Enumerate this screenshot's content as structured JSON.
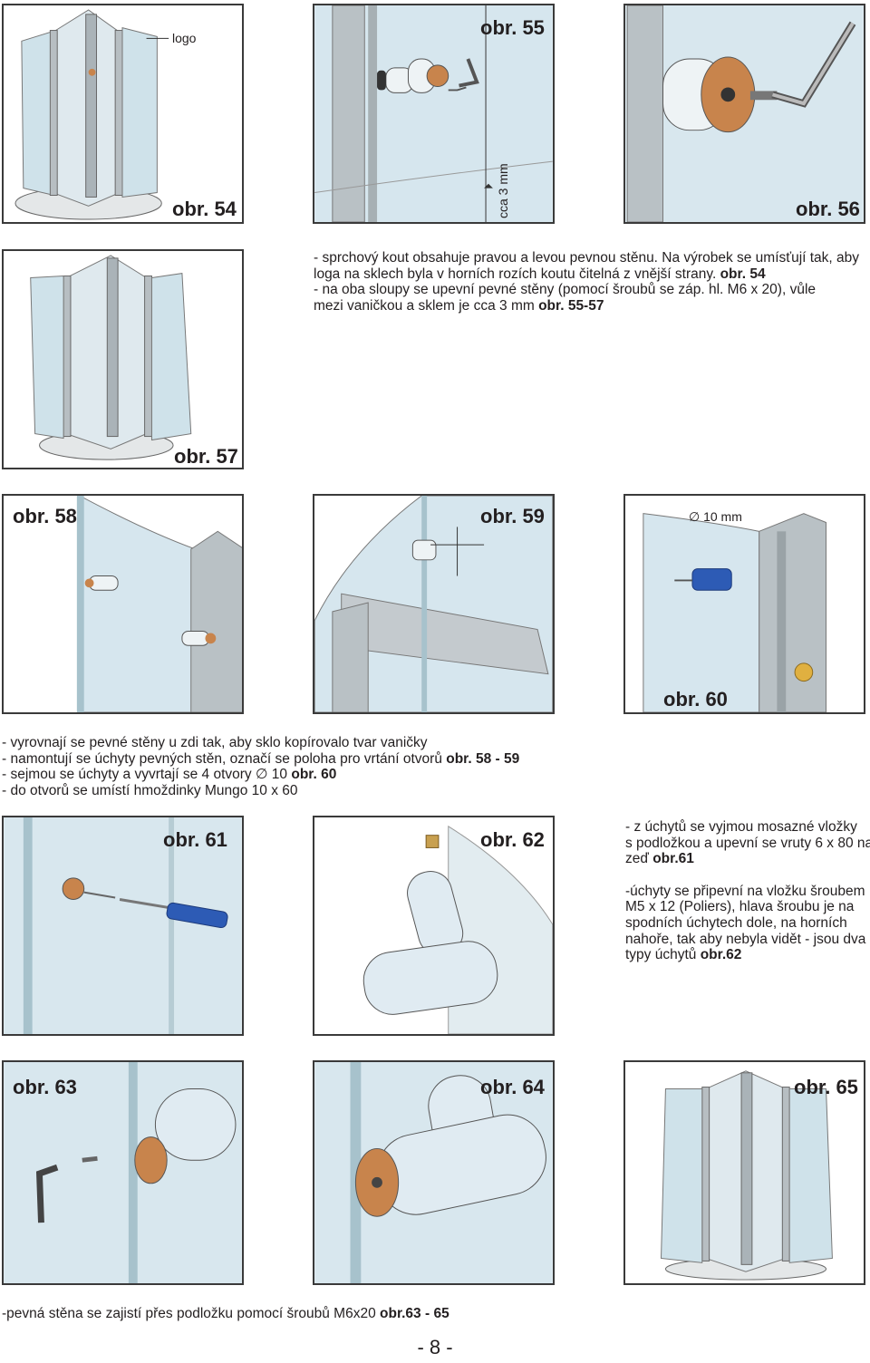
{
  "figures": {
    "f54": {
      "label": "obr. 54",
      "logo": "logo"
    },
    "f55": {
      "label": "obr. 55",
      "gap": "cca 3 mm"
    },
    "f56": {
      "label": "obr. 56"
    },
    "f57": {
      "label": "obr. 57"
    },
    "f58": {
      "label": "obr. 58"
    },
    "f59": {
      "label": "obr. 59"
    },
    "f60": {
      "label": "obr. 60",
      "drill": "10 mm"
    },
    "f61": {
      "label": "obr. 61"
    },
    "f62": {
      "label": "obr. 62"
    },
    "f63": {
      "label": "obr. 63"
    },
    "f64": {
      "label": "obr. 64"
    },
    "f65": {
      "label": "obr. 65"
    }
  },
  "text1": {
    "l1": "- sprchový kout obsahuje pravou a levou pevnou stěnu. Na výrobek se umísťují tak, aby",
    "l2": "loga na sklech byla v horních rozích koutu čitelná z vnější strany.",
    "l2b": "obr. 54",
    "l3": "- na oba sloupy se upevní pevné stěny  (pomocí šroubů se záp. hl. M6 x 20), vůle",
    "l4": "mezi vaničkou a sklem je  cca 3 mm",
    "l4b": "obr. 55-57"
  },
  "text2": {
    "l1": "- vyrovnají se pevné stěny u zdi tak, aby sklo kopírovalo tvar vaničky",
    "l2": "- namontují se úchyty pevných stěn, označí se poloha pro vrtání otvorů",
    "l2b": "obr. 58 - 59",
    "l3": "- sejmou se úchyty a vyvrtají se  4 otvory",
    "l3sym": "∅",
    "l3n": "10",
    "l3b": "obr. 60",
    "l4": "- do otvorů se umístí hmoždinky Mungo 10 x 60"
  },
  "text3": {
    "p1l1": "- z úchytů se vyjmou mosazné vložky",
    "p1l2": "s podložkou a upevní se vruty 6 x 80 na",
    "p1l3": "zeď",
    "p1l3b": "obr.61",
    "p2l1": "-úchyty se připevní na vložku šroubem",
    "p2l2": "M5 x 12 (Poliers), hlava šroubu je na",
    "p2l3": "spodních úchytech dole, na horních",
    "p2l4": "nahoře, tak aby nebyla vidět - jsou dva",
    "p2l5": "typy úchytů",
    "p2l5b": "obr.62"
  },
  "text4": {
    "l1": "-pevná stěna se zajistí přes podložku pomocí šroubů M6x20",
    "l1b": "obr.63 - 65"
  },
  "page_number": "- 8 -",
  "colors": {
    "glass": "#c9dde6",
    "frame": "#9aa3a7",
    "bronze": "#c8844c",
    "bracket": "#d8e4ec",
    "blue": "#2d5bb5",
    "outline": "#555555"
  }
}
